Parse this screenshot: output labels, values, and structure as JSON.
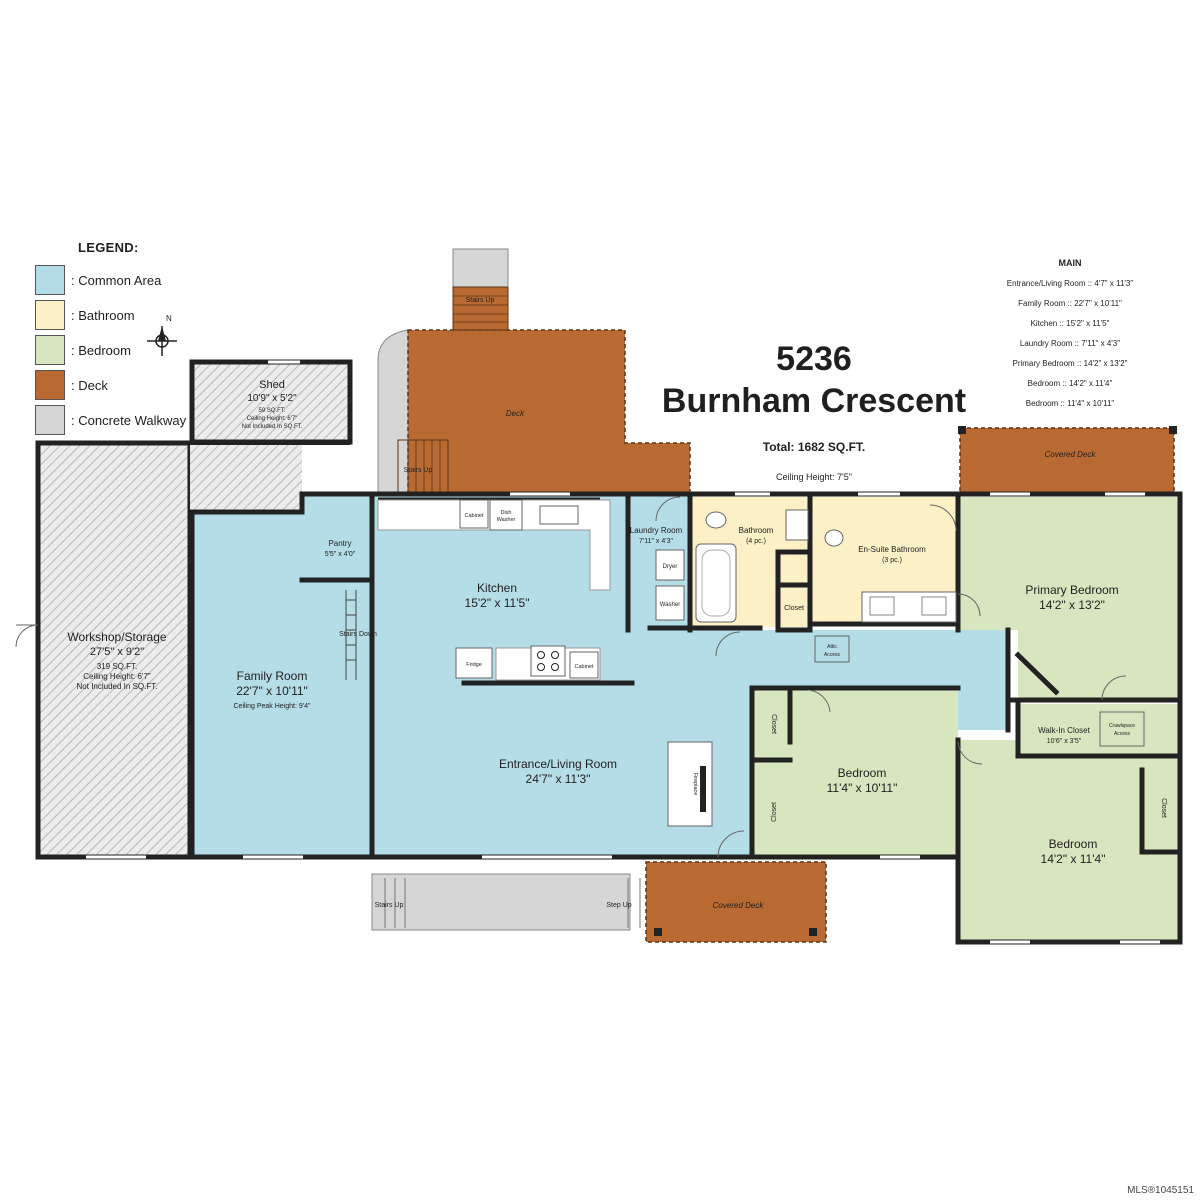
{
  "legend": {
    "title": "LEGEND:",
    "items": [
      {
        "label": ": Common Area",
        "color": "#b4dde7"
      },
      {
        "label": ": Bathroom",
        "color": "#fbf0c6"
      },
      {
        "label": ": Bedroom",
        "color": "#d8e6bf"
      },
      {
        "label": ": Deck",
        "color": "#b96a33"
      },
      {
        "label": ": Concrete Walkway",
        "color": "#d6d6d6"
      }
    ]
  },
  "address": {
    "number": "5236",
    "street": "Burnham Crescent"
  },
  "summary": {
    "total": "Total: 1682 SQ.FT.",
    "ceiling": "Ceiling Height: 7'5\""
  },
  "dimensions": {
    "title": "MAIN",
    "rows": [
      "Entrance/Living Room :: 4'7\" x 11'3\"",
      "Family Room :: 22'7\" x 10'11\"",
      "Kitchen :: 15'2\" x 11'5\"",
      "Laundry Room :: 7'11\" x 4'3\"",
      "Primary Bedroom :: 14'2\" x 13'2\"",
      "Bedroom :: 14'2\" x 11'4\"",
      "Bedroom :: 11'4\" x 10'11\""
    ]
  },
  "rooms": {
    "shed": {
      "name": "Shed",
      "dims": "10'9\" x 5'2\"",
      "sqft": "59 SQ.FT.",
      "ceiling": "Ceiling Height: 6'7\"",
      "note": "Not Included In SQ.FT."
    },
    "workshop": {
      "name": "Workshop/Storage",
      "dims": "27'5\" x 9'2\"",
      "sqft": "319 SQ.FT.",
      "ceiling": "Ceiling Height: 6'7\"",
      "note": "Not Included In SQ.FT."
    },
    "pantry": {
      "name": "Pantry",
      "dims": "5'5\" x 4'0\""
    },
    "kitchen": {
      "name": "Kitchen",
      "dims": "15'2\" x 11'5\""
    },
    "laundry": {
      "name": "Laundry Room",
      "dims": "7'11\" x 4'3\""
    },
    "bathroom": {
      "name": "Bathroom",
      "dims": "(4 pc.)"
    },
    "ensuite": {
      "name": "En-Suite Bathroom",
      "dims": "(3 pc.)"
    },
    "primary": {
      "name": "Primary Bedroom",
      "dims": "14'2\" x 13'2\""
    },
    "family": {
      "name": "Family Room",
      "dims": "22'7\" x 10'11\"",
      "ceiling": "Ceiling Peak Height: 9'4\""
    },
    "living": {
      "name": "Entrance/Living Room",
      "dims": "24'7\" x 11'3\""
    },
    "bedroom1": {
      "name": "Bedroom",
      "dims": "11'4\" x 10'11\""
    },
    "bedroom2": {
      "name": "Bedroom",
      "dims": "14'2\" x 11'4\""
    },
    "walkin": {
      "name": "Walk-In Closet",
      "dims": "10'6\" x 3'5\""
    }
  },
  "fixtures": {
    "deck": "Deck",
    "covered_deck": "Covered Deck",
    "stairs_up": "Stairs Up",
    "stairs_down": "Stairs Down",
    "step_up": "Step Up",
    "cabinet": "Cabinet",
    "dishwasher_1": "Dish",
    "dishwasher_2": "Washer",
    "fridge": "Fridge",
    "dryer": "Dryer",
    "washer": "Washer",
    "closet": "Closet",
    "attic_1": "Attic",
    "attic_2": "Access",
    "crawl_1": "Crawlspace",
    "crawl_2": "Access",
    "fireplace": "Fireplace"
  },
  "compass": "N",
  "mls": "MLS®1045151"
}
